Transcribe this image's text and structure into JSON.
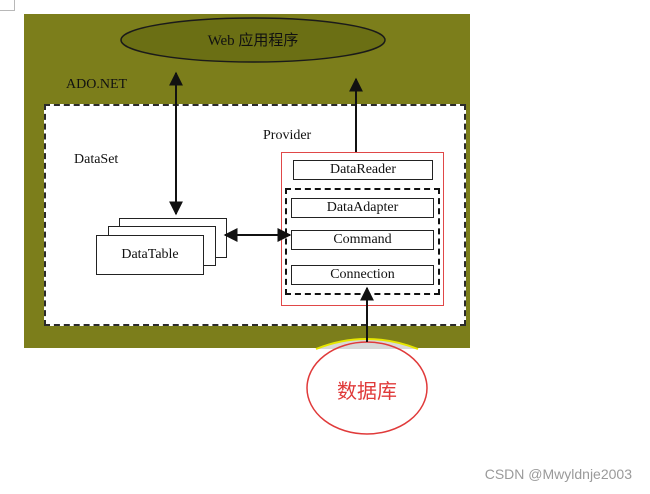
{
  "web_app": "Web 应用程序",
  "ado_net": "ADO.NET",
  "dataset": "DataSet",
  "provider": "Provider",
  "datatable": "DataTable",
  "components": {
    "datareader": "DataReader",
    "dataadapter": "DataAdapter",
    "command": "Command",
    "connection": "Connection"
  },
  "database": "数据库",
  "watermark": "CSDN @Mwyldnje2003",
  "colors": {
    "background_olive": "#7c7e1b",
    "web_app_fill": "#6b6f14",
    "provider_border": "#e04848",
    "database_accent": "#e03a3a"
  }
}
